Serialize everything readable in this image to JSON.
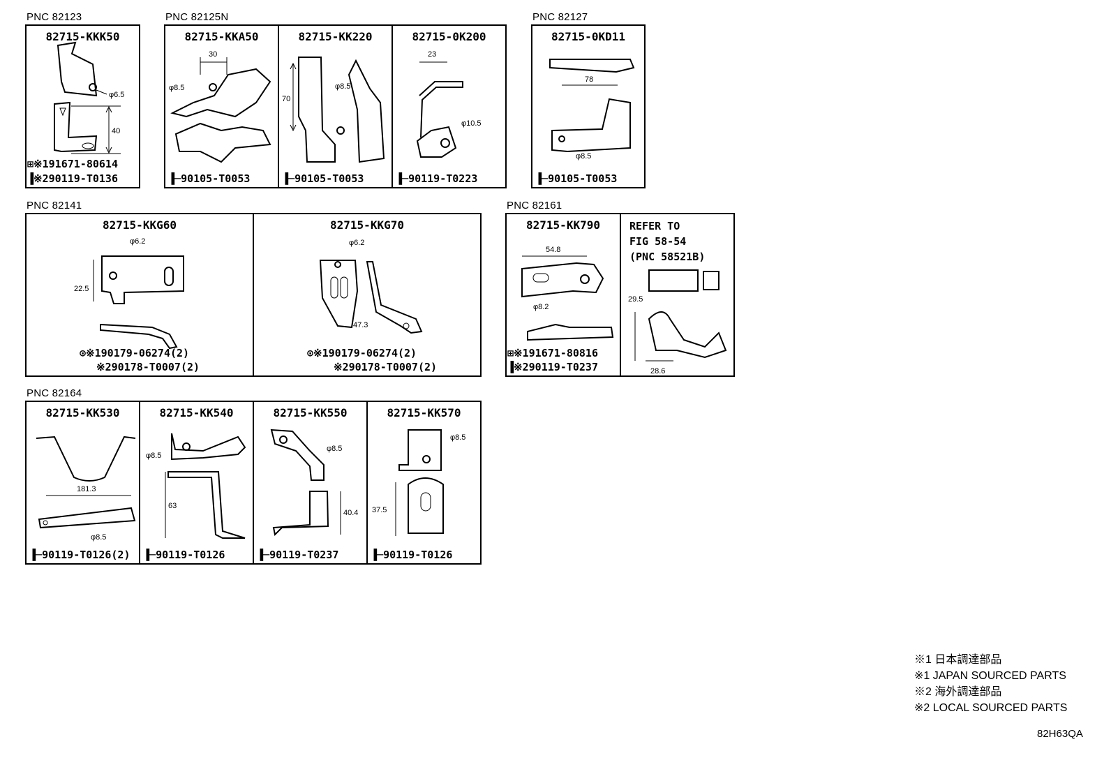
{
  "groups": [
    {
      "pnc": "PNC 82123",
      "panels": [
        {
          "part": "82715-KKK50",
          "dims": [
            "φ6.5",
            "40"
          ],
          "fasteners": [
            "※191671-80614",
            "※290119-T0136"
          ]
        }
      ]
    },
    {
      "pnc": "PNC 82125N",
      "panels": [
        {
          "part": "82715-KKA50",
          "dims": [
            "30",
            "φ8.5"
          ],
          "fasteners": [
            "90105-T0053"
          ]
        },
        {
          "part": "82715-KK220",
          "dims": [
            "70",
            "φ8.5"
          ],
          "fasteners": [
            "90105-T0053"
          ]
        },
        {
          "part": "82715-0K200",
          "dims": [
            "23",
            "φ10.5"
          ],
          "fasteners": [
            "90119-T0223"
          ]
        }
      ]
    },
    {
      "pnc": "PNC 82127",
      "panels": [
        {
          "part": "82715-0KD11",
          "dims": [
            "78",
            "φ8.5"
          ],
          "fasteners": [
            "90105-T0053"
          ]
        }
      ]
    },
    {
      "pnc": "PNC 82141",
      "panels": [
        {
          "part": "82715-KKG60",
          "dims": [
            "φ6.2",
            "22.5"
          ],
          "fasteners": [
            "※190179-06274(2)",
            "※290178-T0007(2)"
          ]
        },
        {
          "part": "82715-KKG70",
          "dims": [
            "φ6.2",
            "47.3"
          ],
          "fasteners": [
            "※190179-06274(2)",
            "※290178-T0007(2)"
          ]
        }
      ]
    },
    {
      "pnc": "PNC 82161",
      "panels": [
        {
          "part": "82715-KK790",
          "dims": [
            "54.8",
            "φ8.2"
          ],
          "fasteners": [
            "※191671-80816",
            "※290119-T0237"
          ]
        },
        {
          "refer": "REFER TO\nFIG 58-54\n(PNC 58521B)",
          "dims": [
            "29.5",
            "28.6"
          ]
        }
      ]
    },
    {
      "pnc": "PNC 82164",
      "panels": [
        {
          "part": "82715-KK530",
          "dims": [
            "181.3",
            "φ8.5"
          ],
          "fasteners": [
            "90119-T0126(2)"
          ]
        },
        {
          "part": "82715-KK540",
          "dims": [
            "φ8.5",
            "63"
          ],
          "fasteners": [
            "90119-T0126"
          ]
        },
        {
          "part": "82715-KK550",
          "dims": [
            "φ8.5",
            "40.4"
          ],
          "fasteners": [
            "90119-T0237"
          ]
        },
        {
          "part": "82715-KK570",
          "dims": [
            "φ8.5",
            "37.5"
          ],
          "fasteners": [
            "90119-T0126"
          ]
        }
      ]
    }
  ],
  "legend": [
    "※1 日本調達部品",
    "※1 JAPAN SOURCED PARTS",
    "※2 海外調達部品",
    "※2 LOCAL SOURCED PARTS"
  ],
  "diagram_code": "82H63QA"
}
